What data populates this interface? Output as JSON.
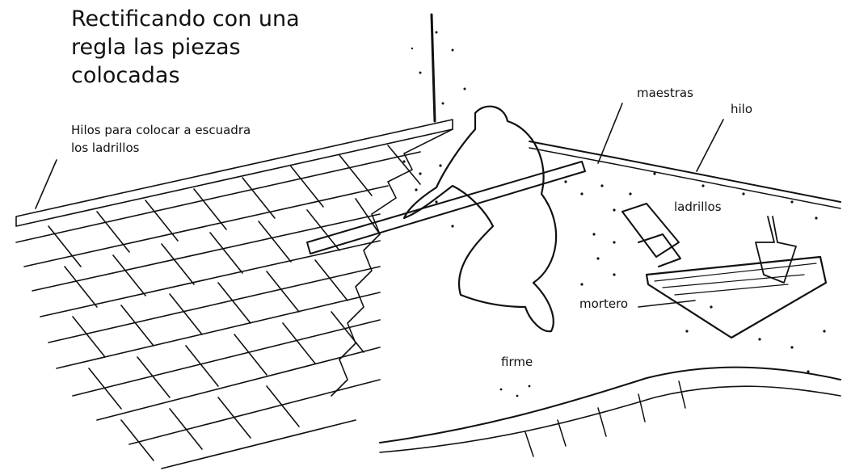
{
  "figure": {
    "title": "Rectificando con una regla las piezas colocadas",
    "labels": {
      "hilos": "Hilos para colocar a escuadra los ladrillos",
      "maestras": "maestras",
      "hilo": "hilo",
      "ladrillos": "ladrillos",
      "mortero": "mortero",
      "firme": "firme"
    }
  },
  "colors": {
    "ink": "#111111",
    "paper": "#ffffff"
  }
}
